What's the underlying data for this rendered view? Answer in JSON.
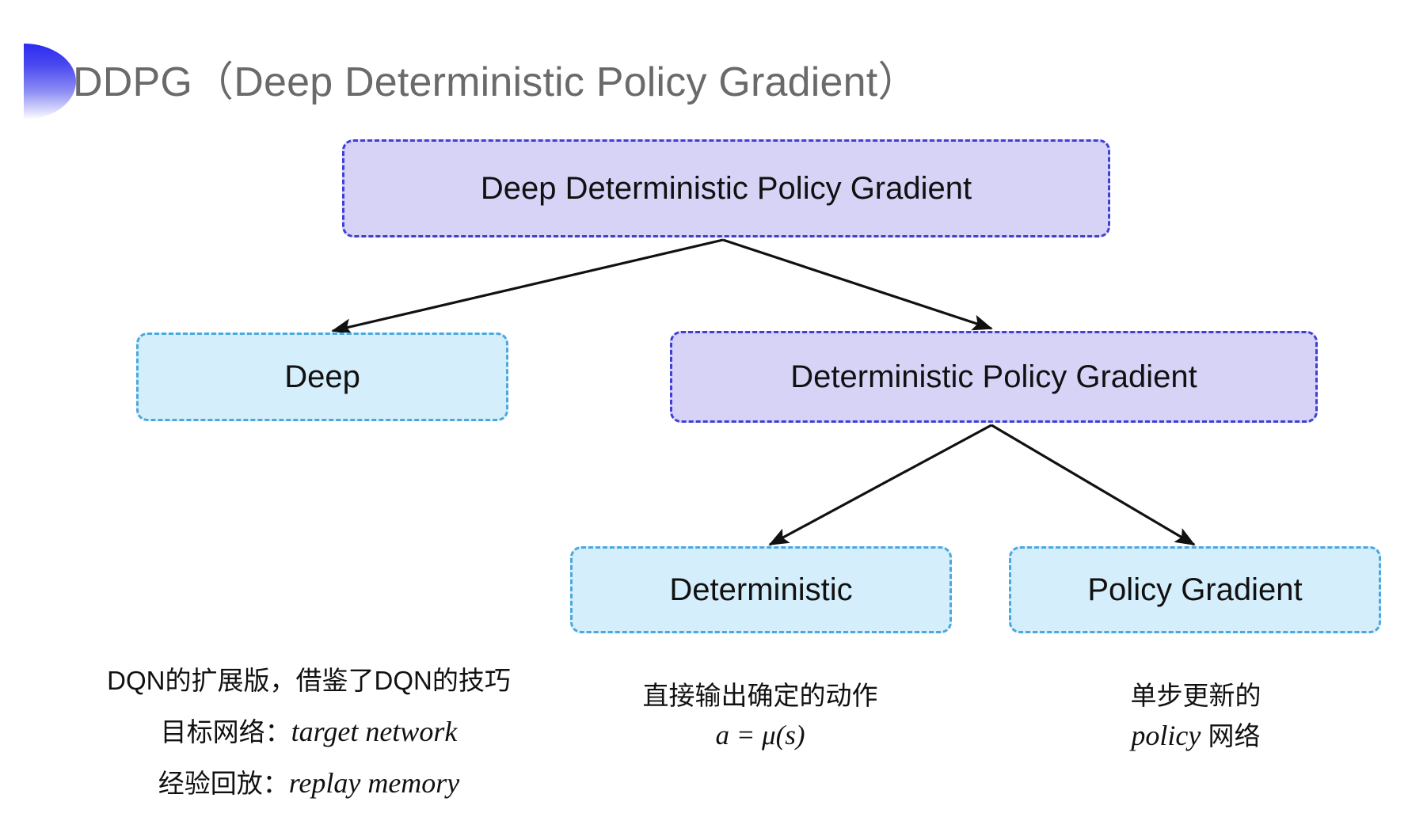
{
  "slide": {
    "title": "DDPG（Deep Deterministic Policy Gradient）",
    "background_color": "#ffffff"
  },
  "theme": {
    "title_color": "#6a6a6a",
    "bullet_gradient_start": "#2b2bf0",
    "bullet_gradient_end": "#ffffff",
    "purple_fill": "#d6d3f7",
    "purple_border": "#3f3fd6",
    "cyan_fill": "#d5eefb",
    "cyan_border": "#4aa8de",
    "arrow_color": "#111111",
    "text_color": "#111111"
  },
  "diagram": {
    "nodes": [
      {
        "id": "root",
        "label": "Deep Deterministic Policy Gradient",
        "style": "purple"
      },
      {
        "id": "deep",
        "label": "Deep",
        "style": "cyan"
      },
      {
        "id": "dpg",
        "label": "Deterministic Policy Gradient",
        "style": "purple"
      },
      {
        "id": "deterministic",
        "label": "Deterministic",
        "style": "cyan"
      },
      {
        "id": "policy_gradient",
        "label": "Policy Gradient",
        "style": "cyan"
      }
    ],
    "edges": [
      {
        "from": "root",
        "to": "deep",
        "arrow": true
      },
      {
        "from": "root",
        "to": "dpg",
        "arrow": true
      },
      {
        "from": "dpg",
        "to": "deterministic",
        "arrow": true
      },
      {
        "from": "dpg",
        "to": "policy_gradient",
        "arrow": true
      }
    ]
  },
  "annotations": {
    "deep": {
      "line1": "DQN的扩展版，借鉴了DQN的技巧",
      "line2_label": "目标网络：",
      "line2_term": "target network",
      "line3_label": "经验回放：",
      "line3_term": "replay memory"
    },
    "deterministic": {
      "line1": "直接输出确定的动作",
      "formula": "a = μ(s)"
    },
    "policy_gradient": {
      "line1": "单步更新的",
      "line2_term": "policy",
      "line2_suffix": " 网络"
    }
  }
}
